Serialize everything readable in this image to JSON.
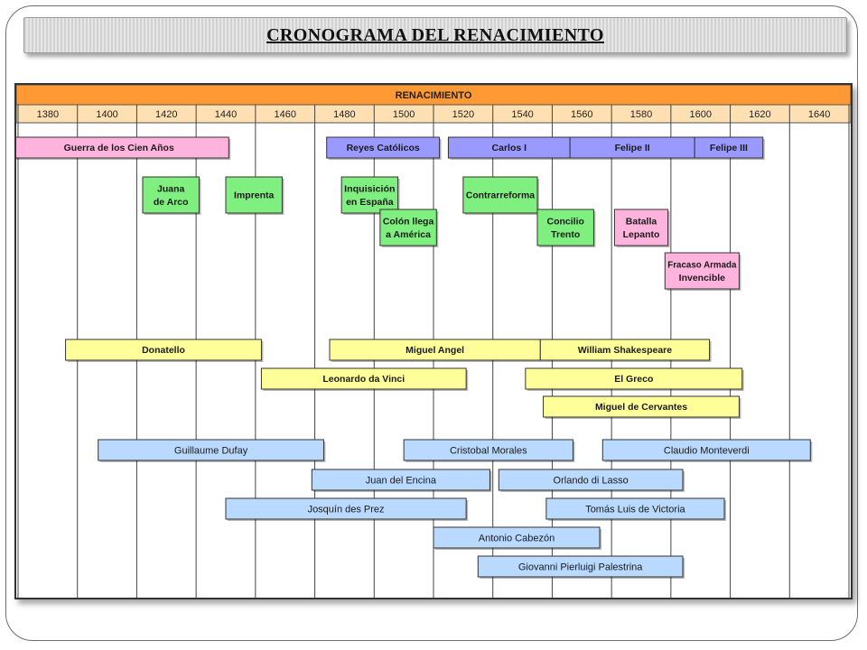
{
  "title": "CRONOGRAMA DEL RENACIMIENTO",
  "colors": {
    "header": "#ff9933",
    "years": "#ffe0b3",
    "pink": "#ffb3dd",
    "purple": "#9999ff",
    "green": "#7fef7f",
    "yellow": "#ffff99",
    "blue": "#b9d9ff"
  },
  "chart_data": {
    "type": "timeline",
    "title": "RENACIMIENTO",
    "x_ticks": [
      1380,
      1400,
      1420,
      1440,
      1460,
      1480,
      1500,
      1520,
      1540,
      1560,
      1580,
      1600,
      1620,
      1640
    ],
    "x_range": [
      1370,
      1650
    ],
    "grid": true,
    "events": [
      {
        "label": "Guerra de los Cien Años",
        "start": 1367,
        "end": 1441,
        "row": 0,
        "color": "pink"
      },
      {
        "label": "Reyes Católicos",
        "start": 1474,
        "end": 1512,
        "row": 0,
        "color": "purple"
      },
      {
        "label": "Carlos I",
        "start": 1515,
        "end": 1556,
        "row": 0,
        "color": "purple"
      },
      {
        "label": "Felipe II",
        "start": 1556,
        "end": 1598,
        "row": 0,
        "color": "purple"
      },
      {
        "label": "Felipe III",
        "start": 1598,
        "end": 1621,
        "row": 0,
        "color": "purple"
      },
      {
        "label": "Juana de Arco",
        "start": 1412,
        "end": 1431,
        "row": 1,
        "color": "green"
      },
      {
        "label": "Imprenta",
        "start": 1440,
        "end": 1459,
        "row": 1,
        "color": "green"
      },
      {
        "label": "Inquisición en España",
        "start": 1479,
        "end": 1498,
        "row": 1,
        "color": "green"
      },
      {
        "label": "Contrarreforma",
        "start": 1520,
        "end": 1545,
        "row": 1,
        "color": "green"
      },
      {
        "label": "Colón llega a América",
        "start": 1492,
        "end": 1511,
        "row": 2,
        "color": "green"
      },
      {
        "label": "Concilio Trento",
        "start": 1545,
        "end": 1564,
        "row": 2,
        "color": "green"
      },
      {
        "label": "Batalla Lepanto",
        "start": 1571,
        "end": 1589,
        "row": 2,
        "color": "pink"
      },
      {
        "label": "Fracaso Armada Invencible",
        "start": 1588,
        "end": 1613,
        "row": 3,
        "color": "pink"
      },
      {
        "label": "Donatello",
        "start": 1386,
        "end": 1452,
        "row": 4,
        "color": "yellow"
      },
      {
        "label": "Miguel Angel",
        "start": 1475,
        "end": 1546,
        "row": 4,
        "color": "yellow"
      },
      {
        "label": "William Shakespeare",
        "start": 1546,
        "end": 1603,
        "row": 4,
        "color": "yellow"
      },
      {
        "label": "Leonardo da Vinci",
        "start": 1452,
        "end": 1521,
        "row": 5,
        "color": "yellow"
      },
      {
        "label": "El Greco",
        "start": 1541,
        "end": 1614,
        "row": 5,
        "color": "yellow"
      },
      {
        "label": "Miguel de Cervantes",
        "start": 1547,
        "end": 1613,
        "row": 6,
        "color": "yellow"
      },
      {
        "label": "Guillaume Dufay",
        "start": 1397,
        "end": 1473,
        "row": 7,
        "color": "blue"
      },
      {
        "label": "Cristobal Morales",
        "start": 1500,
        "end": 1557,
        "row": 7,
        "color": "blue"
      },
      {
        "label": "Claudio Monteverdi",
        "start": 1567,
        "end": 1637,
        "row": 7,
        "color": "blue"
      },
      {
        "label": "Juan del Encina",
        "start": 1469,
        "end": 1529,
        "row": 8,
        "color": "blue"
      },
      {
        "label": "Orlando di Lasso",
        "start": 1532,
        "end": 1594,
        "row": 8,
        "color": "blue"
      },
      {
        "label": "Josquín des Prez",
        "start": 1440,
        "end": 1521,
        "row": 9,
        "color": "blue"
      },
      {
        "label": "Tomás Luis de Victoria",
        "start": 1548,
        "end": 1608,
        "row": 9,
        "color": "blue"
      },
      {
        "label": "Antonio Cabezón",
        "start": 1510,
        "end": 1566,
        "row": 10,
        "color": "blue"
      },
      {
        "label": "Giovanni Pierluigi Palestrina",
        "start": 1525,
        "end": 1594,
        "row": 11,
        "color": "blue"
      }
    ]
  }
}
